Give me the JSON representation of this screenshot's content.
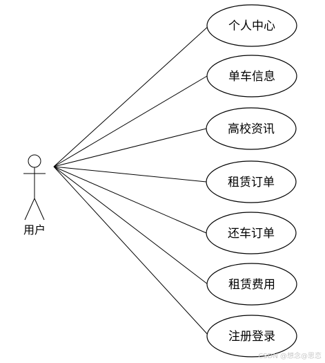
{
  "actor": {
    "label": "用户"
  },
  "use_cases": [
    {
      "label": "个人中心"
    },
    {
      "label": "单车信息"
    },
    {
      "label": "高校资讯"
    },
    {
      "label": "租赁订单"
    },
    {
      "label": "还车订单"
    },
    {
      "label": "租赁费用"
    },
    {
      "label": "注册登录"
    }
  ],
  "watermark": "CSDN @想念@思恋"
}
